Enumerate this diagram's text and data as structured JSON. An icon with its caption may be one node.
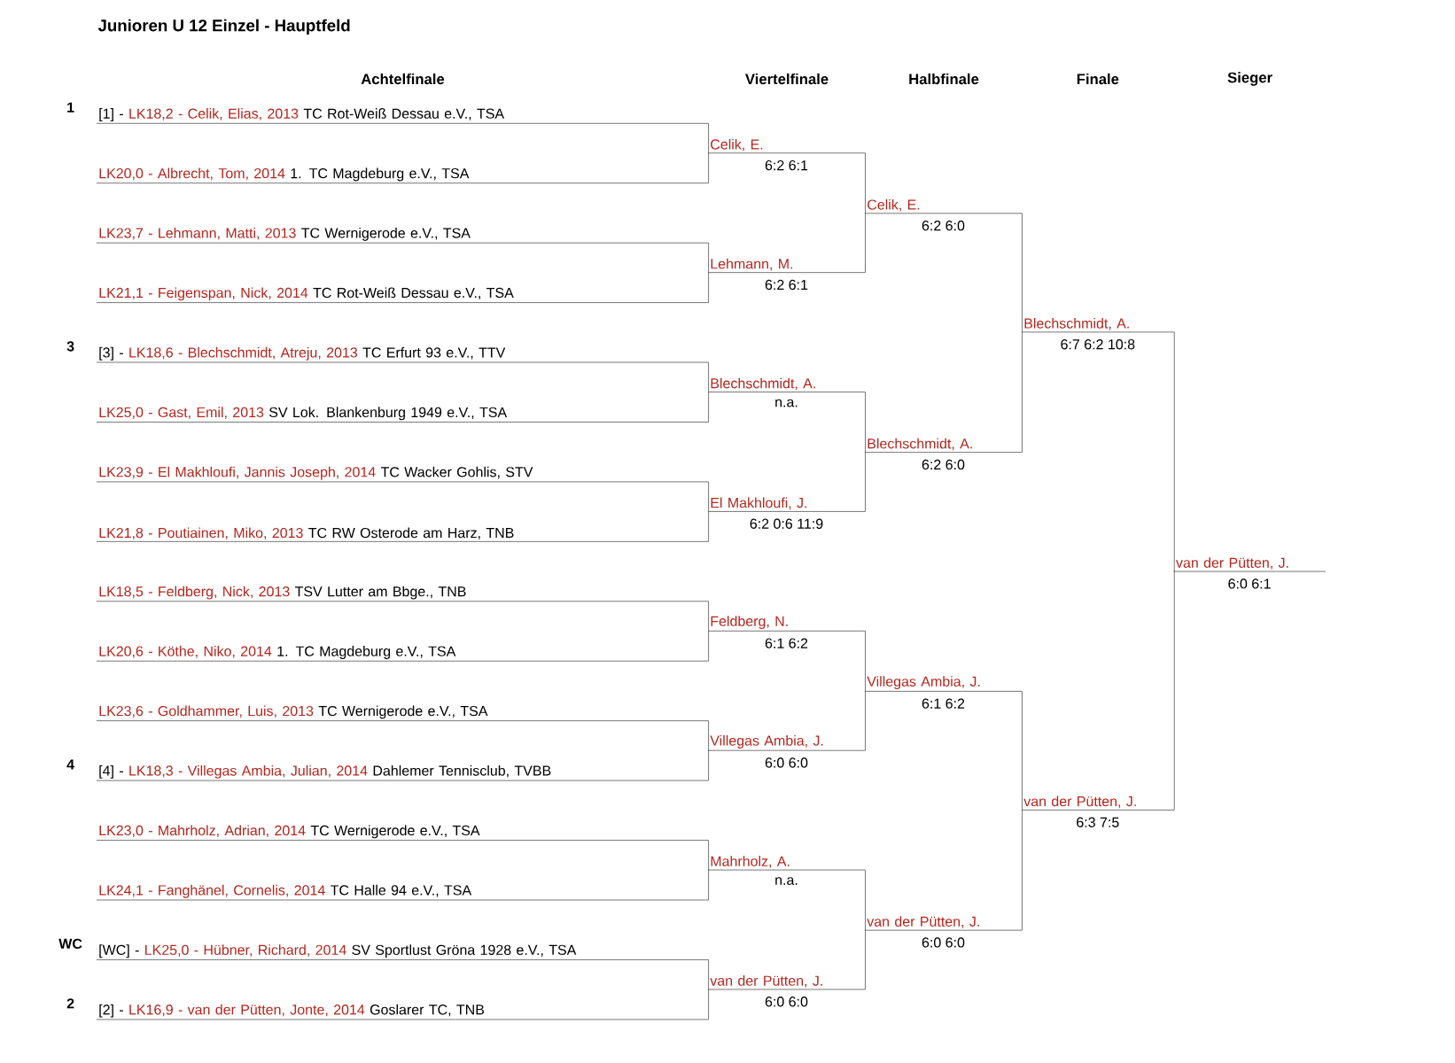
{
  "diagram": {
    "title": "Junioren U 12 Einzel - Hauptfeld",
    "nodes": [
      {
        "text": [
          "[1] -",
          "LK18,2 - Celik, Elias, 2013",
          "TC Rot-Weiß Dessau e.V., TSA"
        ],
        "beside": [
          "1"
        ]
      },
      {
        "text": [
          "LK20,0 - Albrecht, Tom, 2014",
          "1. TC Magdeburg e.V., TSA"
        ]
      },
      {
        "text": [
          "LK23,7 - Lehmann, Matti, 2013",
          "TC Wernigerode e.V., TSA"
        ]
      },
      {
        "text": [
          "LK21,1 - Feigenspan, Nick, 2014",
          "TC Rot-Weiß Dessau e.V., TSA"
        ]
      },
      {
        "text": [
          "[3] -",
          "LK18,6 - Blechschmidt, Atreju, 2013",
          "TC Erfurt 93 e.V., TTV"
        ],
        "beside": [
          "3"
        ]
      },
      {
        "text": [
          "LK25,0 - Gast, Emil, 2013",
          "SV Lok. Blankenburg 1949 e.V., TSA"
        ]
      },
      {
        "text": [
          "LK23,9 - El Makhloufi, Jannis Joseph, 2014",
          "TC Wacker Gohlis, STV"
        ]
      },
      {
        "text": [
          "LK21,8 - Poutiainen, Miko, 2013",
          "TC RW Osterode am Harz, TNB"
        ]
      },
      {
        "text": [
          "LK18,5 - Feldberg, Nick, 2013",
          "TSV Lutter am Bbge., TNB"
        ]
      },
      {
        "text": [
          "LK20,6 - Köthe, Niko, 2014",
          "1. TC Magdeburg e.V., TSA"
        ]
      },
      {
        "text": [
          "LK23,6 - Goldhammer, Luis, 2013",
          "TC Wernigerode e.V., TSA"
        ]
      },
      {
        "text": [
          "[4] -",
          "LK18,3 - Villegas Ambia, Julian, 2014",
          "Dahlemer Tennisclub, TVBB"
        ],
        "beside": [
          "4"
        ]
      },
      {
        "text": [
          "LK23,0 - Mahrholz, Adrian, 2014",
          "TC Wernigerode e.V., TSA"
        ]
      },
      {
        "text": [
          "LK24,1 - Fanghänel, Cornelis, 2014",
          "TC Halle 94 e.V., TSA"
        ]
      },
      {
        "text": [
          "[WC] -",
          "LK25,0 - Hübner, Richard, 2014",
          "SV Sportlust Gröna 1928 e.V., TSA"
        ],
        "beside": [
          "WC"
        ]
      },
      {
        "text": [
          "[2] -",
          "LK16,9 - van der Pütten, Jonte, 2014",
          "Goslarer TC, TNB"
        ],
        "beside": [
          "2"
        ]
      },
      {
        "text": [
          "Celik, E."
        ],
        "beside": [
          "6:2 6:1"
        ]
      },
      {
        "text": [
          "Lehmann, M."
        ],
        "beside": [
          "6:2 6:1"
        ]
      },
      {
        "text": [
          "Blechschmidt, A."
        ],
        "beside": [
          "n.a."
        ]
      },
      {
        "text": [
          "El Makhloufi, J."
        ],
        "beside": [
          "6:2 0:6 11:9"
        ]
      },
      {
        "text": [
          "Feldberg, N."
        ],
        "beside": [
          "6:1 6:2"
        ]
      },
      {
        "text": [
          "Villegas Ambia, J."
        ],
        "beside": [
          "6:0 6:0"
        ]
      },
      {
        "text": [
          "Mahrholz, A."
        ],
        "beside": [
          "n.a."
        ]
      },
      {
        "text": [
          "van der Pütten, J."
        ],
        "beside": [
          "6:0 6:0"
        ]
      },
      {
        "text": [
          "Celik, E."
        ],
        "beside": [
          "6:2 6:0"
        ]
      },
      {
        "text": [
          "Blechschmidt, A."
        ],
        "beside": [
          "6:2 6:0"
        ]
      },
      {
        "text": [
          "Villegas Ambia, J."
        ],
        "beside": [
          "6:1 6:2"
        ]
      },
      {
        "text": [
          "van der Pütten, J."
        ],
        "beside": [
          "6:0 6:0"
        ]
      },
      {
        "text": [
          "Blechschmidt, A."
        ],
        "beside": [
          "6:7 6:2 10:8"
        ]
      },
      {
        "text": [
          "van der Pütten, J."
        ],
        "beside": [
          "6:3 7:5"
        ]
      },
      {
        "text": [
          "van der Pütten, J."
        ],
        "beside": [
          "6:0 6:1"
        ]
      }
    ],
    "edges": [
      {
        "from": 0,
        "to": 16,
        "arrow": "none"
      },
      {
        "from": 1,
        "to": 16,
        "arrow": "none"
      },
      {
        "from": 2,
        "to": 17,
        "arrow": "none"
      },
      {
        "from": 3,
        "to": 17,
        "arrow": "none"
      },
      {
        "from": 4,
        "to": 18,
        "arrow": "none"
      },
      {
        "from": 5,
        "to": 18,
        "arrow": "none"
      },
      {
        "from": 6,
        "to": 19,
        "arrow": "none"
      },
      {
        "from": 7,
        "to": 19,
        "arrow": "none"
      },
      {
        "from": 8,
        "to": 20,
        "arrow": "none"
      },
      {
        "from": 9,
        "to": 20,
        "arrow": "none"
      },
      {
        "from": 10,
        "to": 21,
        "arrow": "none"
      },
      {
        "from": 11,
        "to": 21,
        "arrow": "none"
      },
      {
        "from": 12,
        "to": 22,
        "arrow": "none"
      },
      {
        "from": 13,
        "to": 22,
        "arrow": "none"
      },
      {
        "from": 14,
        "to": 23,
        "arrow": "none"
      },
      {
        "from": 15,
        "to": 23,
        "arrow": "none"
      },
      {
        "from": 16,
        "to": 24,
        "arrow": "none"
      },
      {
        "from": 17,
        "to": 24,
        "arrow": "none"
      },
      {
        "from": 18,
        "to": 25,
        "arrow": "none"
      },
      {
        "from": 19,
        "to": 25,
        "arrow": "none"
      },
      {
        "from": 20,
        "to": 26,
        "arrow": "none"
      },
      {
        "from": 21,
        "to": 26,
        "arrow": "none"
      },
      {
        "from": 22,
        "to": 27,
        "arrow": "none"
      },
      {
        "from": 23,
        "to": 27,
        "arrow": "none"
      },
      {
        "from": 24,
        "to": 28,
        "arrow": "none"
      },
      {
        "from": 25,
        "to": 28,
        "arrow": "none"
      },
      {
        "from": 26,
        "to": 29,
        "arrow": "none"
      },
      {
        "from": 27,
        "to": 29,
        "arrow": "none"
      },
      {
        "from": 28,
        "to": 30,
        "arrow": "none"
      },
      {
        "from": 29,
        "to": 30,
        "arrow": "none"
      }
    ],
    "labels": [
      "Achtelfinale",
      "Viertelfinale",
      "Halbfinale",
      "Finale",
      "Sieger"
    ]
  }
}
